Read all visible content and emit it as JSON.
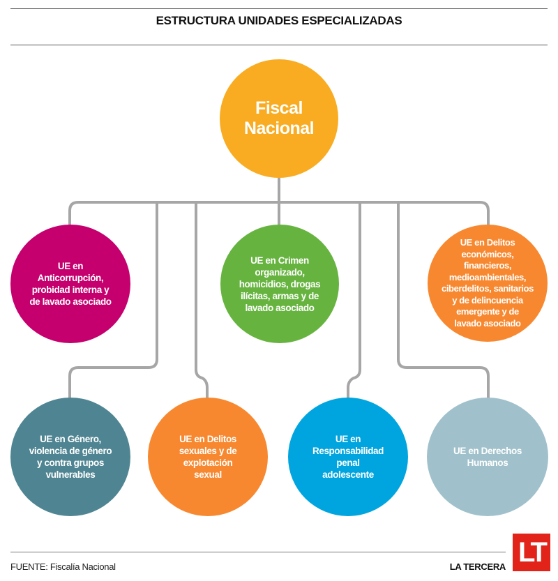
{
  "title": "ESTRUCTURA UNIDADES ESPECIALIZADAS",
  "root": {
    "label": "Fiscal\nNacional",
    "color": "#f9ac21"
  },
  "units": [
    {
      "label": "UE en\nAnticorrupción,\nprobidad interna y\nde lavado asociado",
      "color": "#c5006e"
    },
    {
      "label": "UE en Crimen\norganizado,\nhomicidios, drogas\nilícitas, armas y de\nlavado asociado",
      "color": "#66b43f"
    },
    {
      "label": "UE en Delitos\neconómicos,\nfinancieros,\nmedioambientales,\nciberdelitos, sanitarios\ny de delincuencia\nemergente y de\nlavado asociado",
      "color": "#f7882f"
    },
    {
      "label": "UE en Género,\nviolencia de género\ny contra grupos\nvulnerables",
      "color": "#4f8592"
    },
    {
      "label": "UE en Delitos\nsexuales y de\nexplotación\nsexual",
      "color": "#f7882f"
    },
    {
      "label": "UE en\nResponsabilidad\npenal\nadolescente",
      "color": "#00a5df"
    },
    {
      "label": "UE en Derechos\nHumanos",
      "color": "#a0c1cb"
    }
  ],
  "footer": {
    "source": "FUENTE:  Fiscalía Nacional",
    "brand": "LA TERCERA",
    "logo": "LT"
  },
  "line_color": "#a6a6a6"
}
